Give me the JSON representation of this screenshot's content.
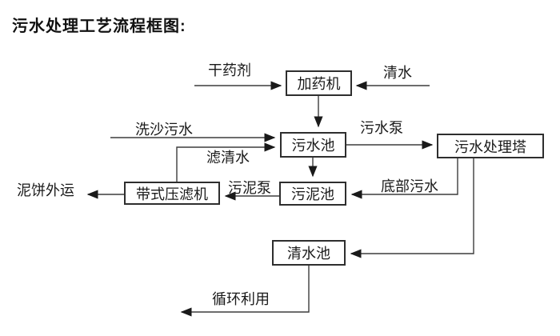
{
  "title": "污水处理工艺流程框图:",
  "nodes": {
    "dosing_machine": "加药机",
    "sewage_pool": "污水池",
    "sewage_tower": "污水处理塔",
    "sludge_pool": "污泥池",
    "belt_filter": "带式压滤机",
    "clean_pool": "清水池"
  },
  "edge_labels": {
    "dry_agent": "干药剂",
    "clean_water": "清水",
    "sand_washing_sewage": "洗沙污水",
    "filtered_water": "滤清水",
    "sewage_pump": "污水泵",
    "bottom_sewage": "底部污水",
    "sludge_pump": "污泥泵",
    "mud_cake_out": "泥饼外运",
    "recycle_use": "循环利用"
  },
  "colors": {
    "background": "#ffffff",
    "line": "#3d3d3d",
    "arrowhead": "#1a1a1a",
    "box_border": "#2e2e2e",
    "text": "#1a1a1a"
  }
}
